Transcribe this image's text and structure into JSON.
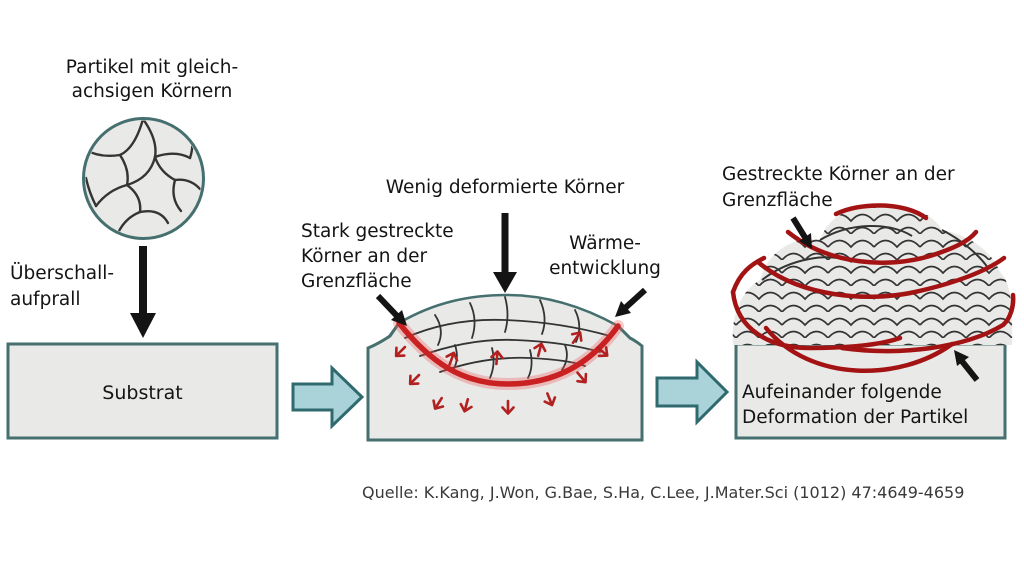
{
  "colors": {
    "teal_outline": "#46706f",
    "box_fill": "#e9e9e7",
    "grain_line": "#343434",
    "red_interface": "#c92121",
    "dark_red_interface": "#a31313",
    "red_arrows": "#b22020",
    "block_arrow_fill": "#a9d3d8",
    "block_arrow_border": "#2f6a6e",
    "ink": "#141414"
  },
  "stage1": {
    "title": "Partikel mit gleich-\nachsigen Körnern",
    "impact": "Überschall-\naufprall",
    "substrate": "Substrat"
  },
  "stage2": {
    "top": "Wenig deformierte Körner",
    "left": "Stark gestreckte\nKörner an der\nGrenzfläche",
    "right": "Wärme-\nentwicklung"
  },
  "stage3": {
    "top": "Gestreckte Körner an der\nGrenzfläche",
    "caption": "Aufeinander folgende\nDeformation der Partikel"
  },
  "source": "Quelle: K.Kang, J.Won, G.Bae, S.Ha, C.Lee, J.Mater.Sci (1012) 47:4649-4659"
}
